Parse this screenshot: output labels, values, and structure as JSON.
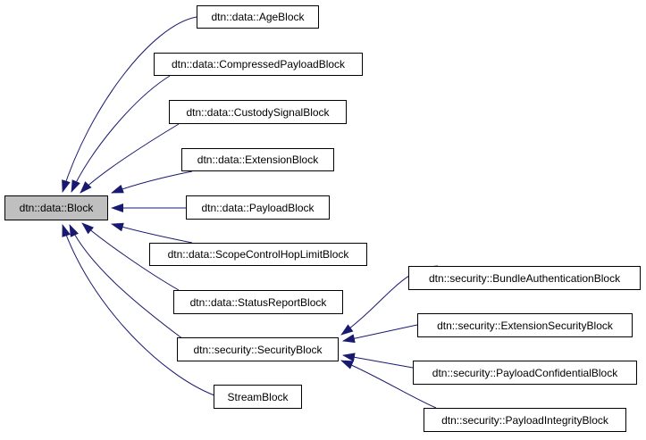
{
  "colors": {
    "edge": "#191970",
    "node_fill": "#ffffff",
    "root_fill": "#bfbfbf",
    "border": "#000000"
  },
  "nodes": {
    "block": "dtn::data::Block",
    "age": "dtn::data::AgeBlock",
    "compressed": "dtn::data::CompressedPayloadBlock",
    "custody": "dtn::data::CustodySignalBlock",
    "extension": "dtn::data::ExtensionBlock",
    "payload": "dtn::data::PayloadBlock",
    "scope": "dtn::data::ScopeControlHopLimitBlock",
    "status": "dtn::data::StatusReportBlock",
    "security": "dtn::security::SecurityBlock",
    "stream": "StreamBlock",
    "bab": "dtn::security::BundleAuthenticationBlock",
    "esb": "dtn::security::ExtensionSecurityBlock",
    "pcb": "dtn::security::PayloadConfidentialBlock",
    "pib": "dtn::security::PayloadIntegrityBlock"
  }
}
